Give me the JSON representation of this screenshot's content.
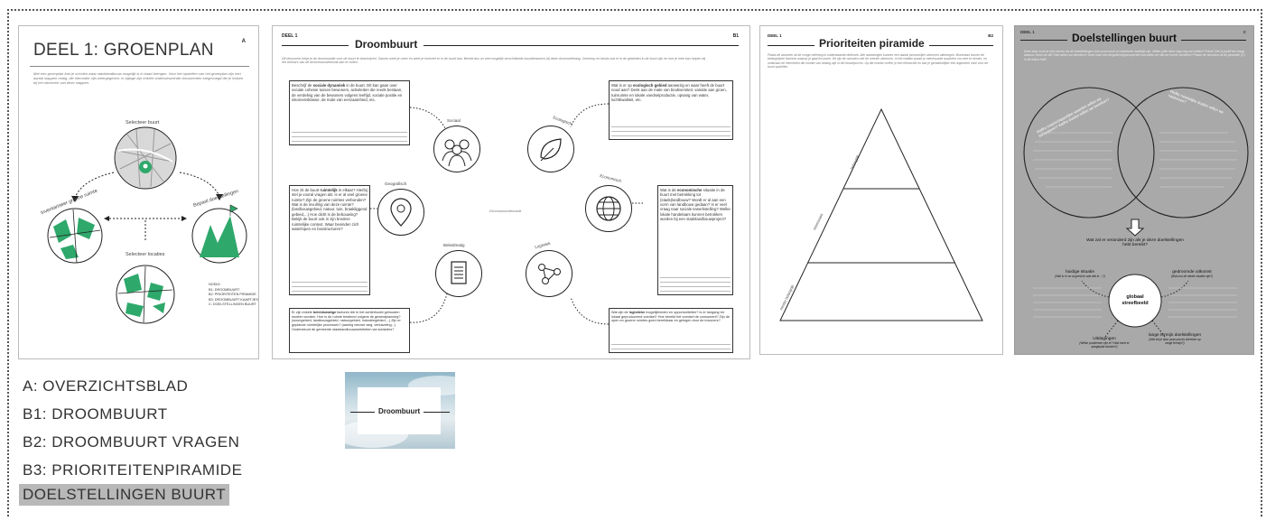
{
  "pageA": {
    "title": "DEEL 1: GROENPLAN",
    "corner": "A",
    "intro": "Met een groenplan kan je scholen waar stadslandbouw mogelijk is in kaart brengen. Voor het opstellen van het groenplan zijn een aantal stappen nodig, die hieronder zijn weergegeven. In bijlage zijn enkele ondersteunende documenten toegevoegd die je helpen bij het uitvoeren van deze stappen.",
    "steps": [
      "Selecteer buurt",
      "Bepaal doelstellingen",
      "Selecteer locaties",
      "Inventariseer groene ruimte"
    ],
    "notes": [
      "NODIG:",
      "B1: DROOMBUURT",
      "B2: PRIORITEITEN PIRAMIDE",
      "B3: DROOMBUURT KAARTJES",
      "C: DOELSTELLINGEN BUURT"
    ]
  },
  "pageB1": {
    "deel": "DEEL 1",
    "title": "Droombuurt",
    "corner": "B1",
    "intro": "Dit document helpt je de droomstudie voor de buurt te beschrijven. Samen weet je meer en weet je hoeveel er in de buurt kan. Bereid dus zo veel mogelijk verschillende buurtbewoners bij deze droomoefening. Overloop en beslis wat er in de gebieden in de buurt zijn en hoe je mee kan helpen bij het thema's van de droomwoordenwolk aan te vullen.",
    "center": "Droomwoordenwolk",
    "themes": [
      "Sociaal",
      "Ecologisch",
      "Geografisch",
      "Economisch",
      "Beleidmatig",
      "Logistiek"
    ],
    "q_social_pre": "Beschrijf de ",
    "q_social_bold": "sociale dynamiek",
    "q_social_post": " in de buurt. Dit kan gaan over sociale cohesie tussen bewoners, activiteiten die reeds bestaan, de verdeling van de bewoners volgens leeftijd, sociale positie en inkomensklasse, de mate van eenzaamheid, etc.",
    "q_eco_pre": "Wat is er op ",
    "q_eco_bold": "ecologisch gebied",
    "q_eco_post": " aanwezig en waar heeft de buurt nood aan? Denk aan de mate van biodiversiteit, variatie aan groen, tuinruimte en lokale voedselproductie, opvang van water, luchtkwaliteit, etc.",
    "q_geo_pre": "Hoe zit de buurt ",
    "q_geo_bold": "ruimtelijk",
    "q_geo_post": " in elkaar? Hierbij stel je vooral vragen als: is er al veel groene ruimte? Zijn de groene ruimtes verbonden? Wat is de invulling van deze ruimte? (landbouwgebied, natuur, tuin, braakliggend gebied,...) Hoe dicht is de bebouwing? Bekijk de buurt ook in zijn bredere ruimtelijke context. Waar bevinden zich waterlopen en bosstructuren?",
    "q_econ_pre": "Wat is de ",
    "q_econ_bold": "economische",
    "q_econ_post": " situatie in de buurt met betrekking tot (stads)landbouw? Wordt er al aan een vorm van landbouw gedaan? Is er veel vraag naar sociale tewerkstelling? Welke lokale handelaars kunnen betrokken worden bij een stadslandbouwproject?",
    "q_bel_pre": "Er zijn enkele ",
    "q_bel_bold": "beleidsmatige",
    "q_bel_post": " factoren die in het achterhoofd gehouden moeten worden. Hoe is de ruimte bestemd volgens de gewestplanning? (woongebied, landbouwgebied, natuurgebied, industriegebied,...) Zijn er geplande ruimtelijke processen? (aanleg nieuwe weg, verkaveling...) Ondersteunt de gemeente stadslandbouwactiviteiten via subsidies?",
    "q_log_pre": "Wat zijn de ",
    "q_log_bold": "logistieke",
    "q_log_post": " mogelijkheden en opportuniteiten? Is er toegang tot lokaal geproduceerd voedsel? Hoe bereikt het voedsel de consument? Zijn de open en groene ruimtes goed bereikbaar en gelegen door de inwoners?"
  },
  "pageB2": {
    "deel": "DEEL 1",
    "title": "Prioriteiten piramide",
    "corner": "B2",
    "intro": "Plaats de woorden uit de vorige oefening in onderstaande driehoek. Alle aanwezigen kunnen een aantal persoonlijke stemmen uitbrengen. Bovenaan komen de belangrijkste factoren waarop je gaat focussen. Dit zijn de woorden met de meeste stemmen. In het midden plaats je interessante aspecten om mee te nemen, en onderaan de elementen die minder van belang zijn in het keuzeproces. Op die manier creëer je een hiërarchie en kan je gemakkelijker een algemene visie voor de buurt opstellen.",
    "levels": [
      "belangrijk",
      "interessant",
      "minder belangrijk"
    ]
  },
  "pageC": {
    "deel": "DEEL 1",
    "title": "Doelstellingen buurt",
    "corner": "C",
    "intro": "Deze stap moet je niet nemen als de doelstellingen voor jouw buurt al voldoende duidelijk zijn. Willen jullie deze stap nog wel zetten? Prima! Stel je jezelf de vraag: waarom doen we dit? Wat willen we bereiken? Zoek naar een langetermijnperspectief wat willen we dat we ermee bereiken? Plaats de woorden uit de piramide (C) in de linkse helft.",
    "left_q": "Welke maatschappelijke waarden willen we bevorderen? Welke doelen willen we bereiken?",
    "right_q": "Welke ruimtelijke doelen willen we nastreven?",
    "arrow_q": "Wat zal er veranderd zijn als je deze doelstellingen hebt bereikt?",
    "center": "globaal streefbeeld",
    "nodes": [
      {
        "title": "huidige situatie",
        "sub": "(Wat is er nu al goed en wat niet in ...?)"
      },
      {
        "title": "gedroomde uitkomst",
        "sub": "(Wat zou de ideale situatie zijn?)"
      },
      {
        "title": "Uitdagingen",
        "sub": "(Welke problemen zijn er? Wat moet er aangepakt worden?)"
      },
      {
        "title": "lange termijn doelstellingen",
        "sub": "(Wat wil je door jouw proces bereiken op lange termijn?)"
      }
    ]
  },
  "thumb": {
    "label": "Droombuurt"
  },
  "legend": [
    "A: OVERZICHTSBLAD",
    "B1: DROOMBUURT",
    "B2: DROOMBUURT VRAGEN",
    "B3: PRIORITEITENPIRAMIDE",
    "DOELSTELLINGEN BUURT"
  ]
}
